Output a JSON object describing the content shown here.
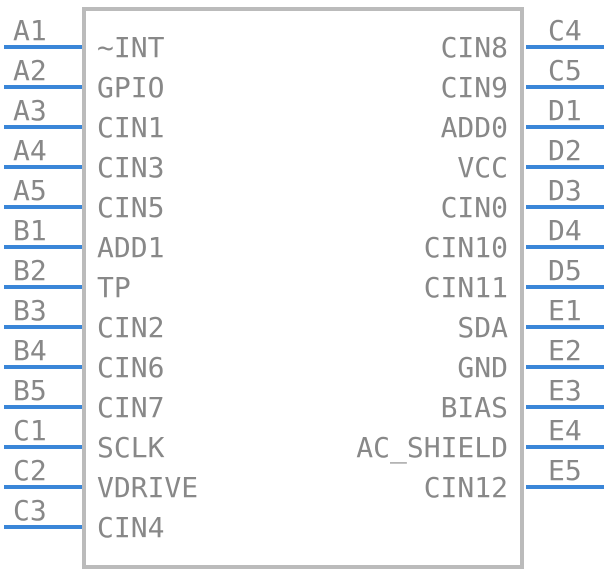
{
  "left_pins": [
    {
      "pin": "A1",
      "signal": "~INT"
    },
    {
      "pin": "A2",
      "signal": "GPIO"
    },
    {
      "pin": "A3",
      "signal": "CIN1"
    },
    {
      "pin": "A4",
      "signal": "CIN3"
    },
    {
      "pin": "A5",
      "signal": "CIN5"
    },
    {
      "pin": "B1",
      "signal": "ADD1"
    },
    {
      "pin": "B2",
      "signal": "TP"
    },
    {
      "pin": "B3",
      "signal": "CIN2"
    },
    {
      "pin": "B4",
      "signal": "CIN6"
    },
    {
      "pin": "B5",
      "signal": "CIN7"
    },
    {
      "pin": "C1",
      "signal": "SCLK"
    },
    {
      "pin": "C2",
      "signal": "VDRIVE"
    },
    {
      "pin": "C3",
      "signal": "CIN4"
    }
  ],
  "right_pins": [
    {
      "pin": "C4",
      "signal": "CIN8"
    },
    {
      "pin": "C5",
      "signal": "CIN9"
    },
    {
      "pin": "D1",
      "signal": "ADD0"
    },
    {
      "pin": "D2",
      "signal": "VCC"
    },
    {
      "pin": "D3",
      "signal": "CIN0"
    },
    {
      "pin": "D4",
      "signal": "CIN10"
    },
    {
      "pin": "D5",
      "signal": "CIN11"
    },
    {
      "pin": "E1",
      "signal": "SDA"
    },
    {
      "pin": "E2",
      "signal": "GND"
    },
    {
      "pin": "E3",
      "signal": "BIAS"
    },
    {
      "pin": "E4",
      "signal": "AC_SHIELD"
    },
    {
      "pin": "E5",
      "signal": "CIN12"
    }
  ],
  "colors": {
    "pin_line": "#3a86d8",
    "text": "#888888",
    "body_stroke": "#bbbbbb"
  }
}
